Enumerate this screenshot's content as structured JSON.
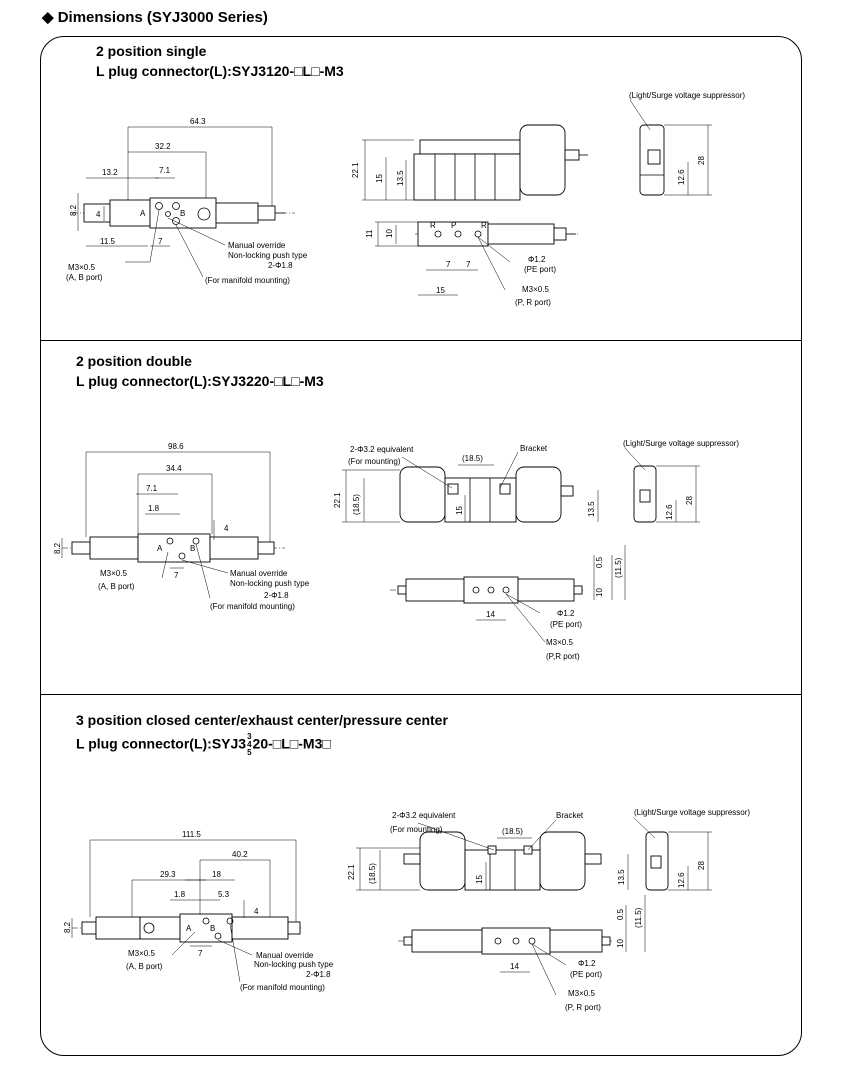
{
  "page": {
    "heading": "Dimensions (SYJ3000 Series)",
    "bullet": "◆"
  },
  "sections": [
    {
      "title": "2 position single",
      "subtitle": "L plug connector(L):SYJ3120-□L□-M3",
      "top_view": {
        "dims": [
          "64.3",
          "32.2",
          "13.2",
          "7.1",
          "8.2",
          "4",
          "11.5",
          "7"
        ],
        "labels": [
          "A",
          "B"
        ],
        "callouts": [
          "Manual override",
          "Non-locking push type",
          "2-Φ1.8",
          "(For manifold mounting)",
          "M3×0.5",
          "(A, B port)"
        ]
      },
      "side_view": {
        "dims": [
          "22.1",
          "15",
          "13.5"
        ]
      },
      "bottom_view": {
        "dims": [
          "11",
          "10",
          "7",
          "7",
          "15"
        ],
        "labels": [
          "R",
          "P",
          "R"
        ],
        "callouts": [
          "Φ1.2",
          "(PE port)",
          "M3×0.5",
          "(P, R port)"
        ]
      },
      "end_view": {
        "caption": "(Light/Surge voltage suppressor)",
        "dims": [
          "28",
          "12.6"
        ]
      }
    },
    {
      "title": "2 position double",
      "subtitle": "L plug connector(L):SYJ3220-□L□-M3",
      "top_view": {
        "dims": [
          "98.6",
          "34.4",
          "7.1",
          "1.8",
          "4",
          "8.2",
          "7"
        ],
        "labels": [
          "A",
          "B"
        ],
        "callouts": [
          "M3×0.5",
          "(A, B port)",
          "Manual override",
          "Non-locking push type",
          "2-Φ1.8",
          "(For manifold mounting)"
        ]
      },
      "side_view": {
        "dims": [
          "22.1",
          "(18.5)",
          "15",
          "13.5",
          "(18.5)"
        ],
        "callouts": [
          "2-Φ3.2  equivalent",
          "(For mounting)",
          "Bracket"
        ]
      },
      "bottom_view": {
        "dims": [
          "0.5",
          "(11.5)",
          "10",
          "14"
        ],
        "callouts": [
          "Φ1.2",
          "(PE port)",
          "M3×0.5",
          "(P,R port)"
        ]
      },
      "end_view": {
        "caption": "(Light/Surge voltage suppressor)",
        "dims": [
          "28",
          "12.6"
        ]
      }
    },
    {
      "title": "3 position closed center/exhaust center/pressure center",
      "subtitle_prefix": "L plug connector(L):SYJ3",
      "subtitle_frac_top": "3",
      "subtitle_frac_mid": "4",
      "subtitle_frac_bot": "5",
      "subtitle_suffix": "20-□L□-M3□",
      "top_view": {
        "dims": [
          "111.5",
          "40.2",
          "29.3",
          "18",
          "1.8",
          "5.3",
          "4",
          "8.2",
          "7"
        ],
        "labels": [
          "A",
          "B"
        ],
        "callouts": [
          "M3×0.5",
          "(A, B port)",
          "Manual override",
          "Non-locking push type",
          "2-Φ1.8",
          "(For manifold mounting)"
        ]
      },
      "side_view": {
        "dims": [
          "22.1",
          "(18.5)",
          "15",
          "(18.5)",
          "13.5"
        ],
        "callouts": [
          "2-Φ3.2 equivalent",
          "(For mounting)",
          "Bracket"
        ]
      },
      "bottom_view": {
        "dims": [
          "0.5",
          "(11.5)",
          "10",
          "14"
        ],
        "callouts": [
          "Φ1.2",
          "(PE  port)",
          "M3×0.5",
          "(P, R port)"
        ]
      },
      "end_view": {
        "caption": "(Light/Surge voltage suppressor)",
        "dims": [
          "28",
          "12.6"
        ]
      }
    }
  ]
}
